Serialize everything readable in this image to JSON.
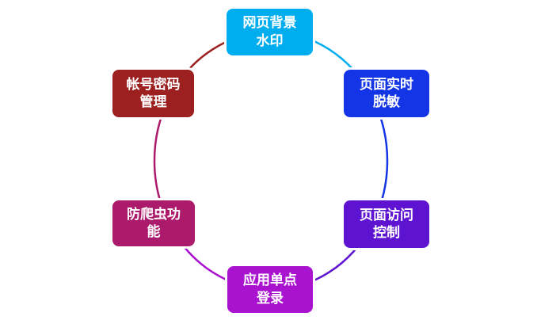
{
  "diagram": {
    "type": "cycle",
    "direction": "clockwise",
    "background_color": "#ffffff",
    "text_color": "#ffffff",
    "node_border_color": "#ffffff",
    "nodes": [
      {
        "id": "web-background-watermark",
        "label": "网页背景\n水印",
        "color": "#00AEEF",
        "position": "top"
      },
      {
        "id": "page-realtime-masking",
        "label": "页面实时\n脱敏",
        "color": "#1435E6",
        "position": "top-right"
      },
      {
        "id": "page-access-control",
        "label": "页面访问\n控制",
        "color": "#5D13CF",
        "position": "bottom-right"
      },
      {
        "id": "app-single-sign-on",
        "label": "应用单点\n登录",
        "color": "#A912CF",
        "position": "bottom"
      },
      {
        "id": "anti-crawler-function",
        "label": "防爬虫功\n能",
        "color": "#AC1A6B",
        "position": "bottom-left"
      },
      {
        "id": "account-password-mgmt",
        "label": "帐号密码\n管理",
        "color": "#9C2020",
        "position": "top-left"
      }
    ],
    "connectors": [
      {
        "from": "account-password-mgmt",
        "to": "web-background-watermark",
        "color_source_index": 5
      },
      {
        "from": "web-background-watermark",
        "to": "page-realtime-masking",
        "color_source_index": 0
      },
      {
        "from": "page-realtime-masking",
        "to": "page-access-control",
        "color_source_index": 1
      },
      {
        "from": "page-access-control",
        "to": "app-single-sign-on",
        "color_source_index": 2
      },
      {
        "from": "app-single-sign-on",
        "to": "anti-crawler-function",
        "color_source_index": 3
      },
      {
        "from": "anti-crawler-function",
        "to": "account-password-mgmt",
        "color_source_index": 4
      }
    ]
  }
}
